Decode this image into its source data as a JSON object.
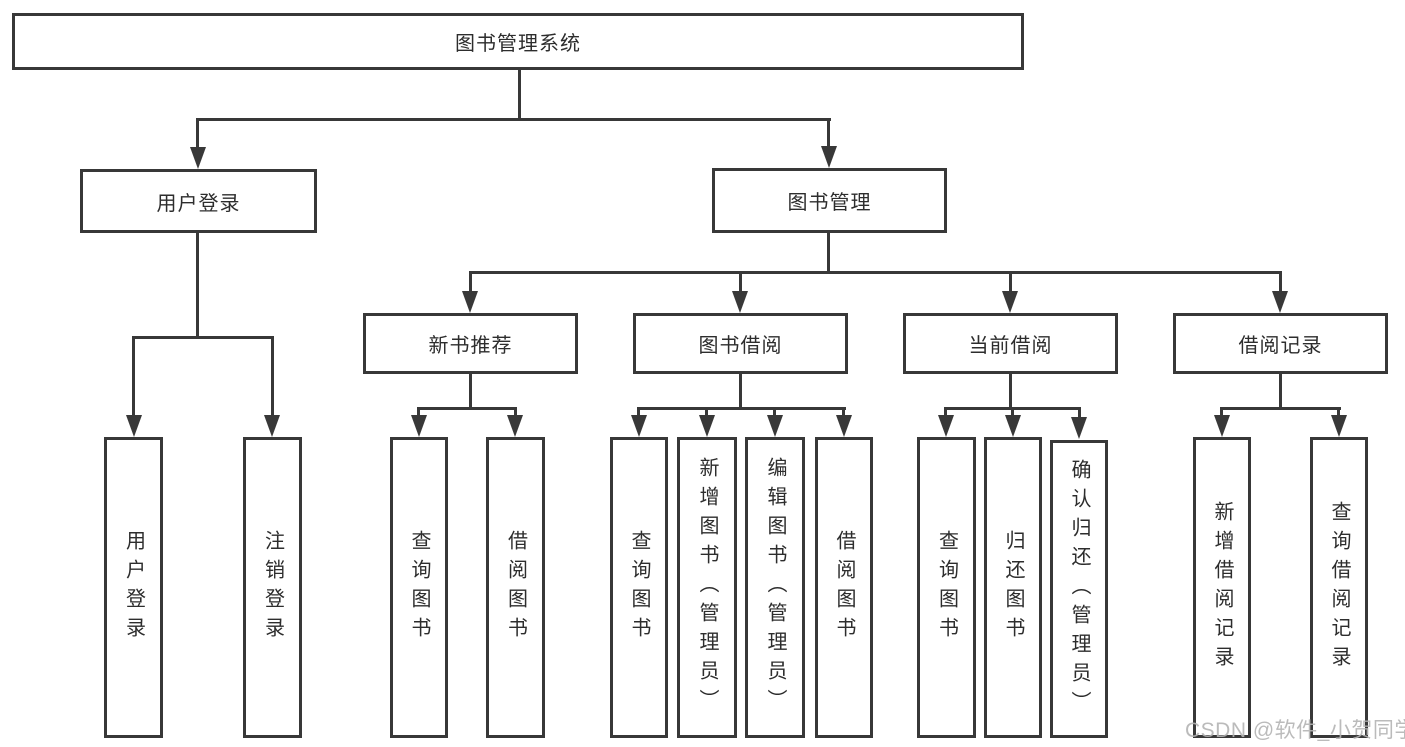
{
  "diagram": {
    "title_node": {
      "label": "图书管理系统"
    },
    "level2": [
      {
        "id": "user-login",
        "label": "用户登录"
      },
      {
        "id": "book-management",
        "label": "图书管理"
      }
    ],
    "level3": [
      {
        "id": "new-book-recommend",
        "label": "新书推荐"
      },
      {
        "id": "book-borrowing",
        "label": "图书借阅"
      },
      {
        "id": "current-borrowing",
        "label": "当前借阅"
      },
      {
        "id": "borrowing-records",
        "label": "借阅记录"
      }
    ],
    "leaves": {
      "user_login": [
        "用户登录",
        "注销登录"
      ],
      "new_book": [
        "查询图书",
        "借阅图书"
      ],
      "book_borrow": [
        "查询图书",
        "新增图书（管理员）",
        "编辑图书（管理员）",
        "借阅图书"
      ],
      "current_borrow": [
        "查询图书",
        "归还图书",
        "确认归还（管理员）"
      ],
      "borrow_records": [
        "新增借阅记录",
        "查询借阅记录"
      ]
    },
    "colors": {
      "line": "#383838",
      "text": "#2d2d2d",
      "background": "#ffffff",
      "watermark": "#b4b4b4"
    }
  },
  "watermark": {
    "text": "CSDN @软件_小贺同学"
  }
}
